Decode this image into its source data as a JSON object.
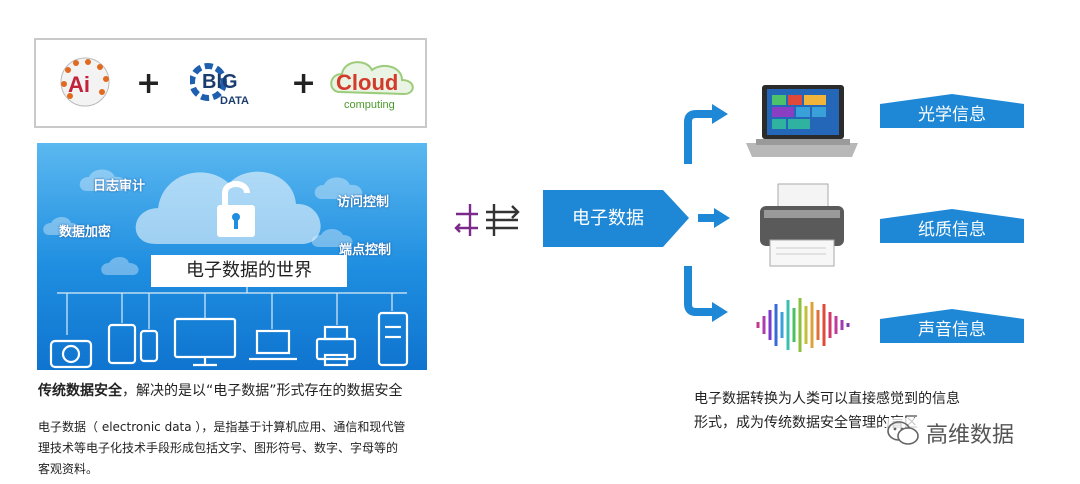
{
  "logos": {
    "ai": "Ai",
    "big": "BIG",
    "data": "DATA",
    "cloud": "Cloud",
    "computing": "computing",
    "plus": "+"
  },
  "world": {
    "title": "电子数据的世界",
    "labels": {
      "log_audit": "日志审计",
      "data_encryption": "数据加密",
      "access_control": "访问控制",
      "endpoint_control": "端点控制"
    }
  },
  "captions": {
    "headline_bold": "传统数据安全",
    "headline_rest": "，解决的是以“电子数据”形式存在的数据安全",
    "definition_lines": [
      "电子数据（ electronic data ），是指基于计算机应用、通信和现代管",
      "理技术等电子化技术手段形成包括文字、图形符号、数字、字母等的",
      "客观资料。"
    ]
  },
  "flow": {
    "center": "电子数据",
    "outputs": [
      "光学信息",
      "纸质信息",
      "声音信息"
    ],
    "note_lines": [
      "电子数据转换为人类可以直接感觉到的信息",
      "形式，成为传统数据安全管理的盲区"
    ]
  },
  "watermark": "高维数据",
  "colors": {
    "accent_blue": "#1e88d6",
    "dark_blue": "#1565c0",
    "purple": "#7b2a8a"
  }
}
